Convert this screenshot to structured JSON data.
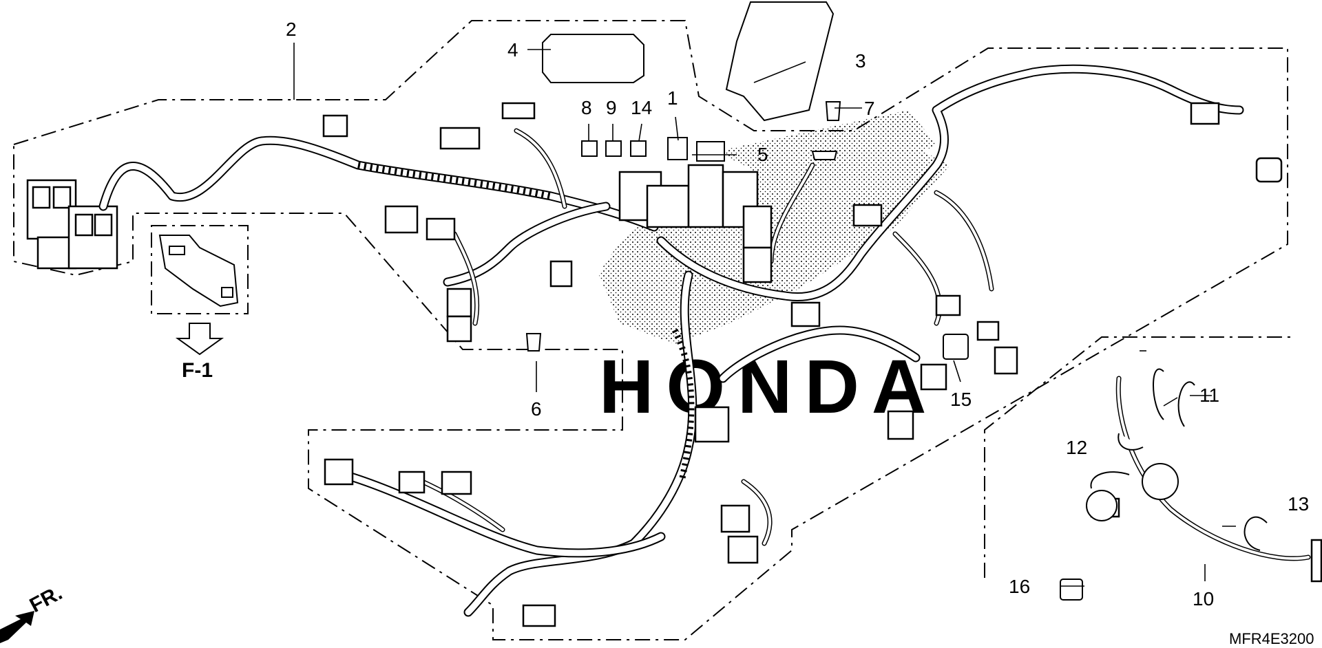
{
  "callouts": [
    "1",
    "2",
    "3",
    "4",
    "5",
    "6",
    "7",
    "8",
    "9",
    "10",
    "11",
    "12",
    "13",
    "14",
    "15",
    "16"
  ],
  "fig_ref": "F-1",
  "front_label": "FR.",
  "diagram_code": "MFR4E3200",
  "watermark": "HONDA",
  "icons": [
    "arrow-down-icon",
    "front-arrow-icon"
  ]
}
